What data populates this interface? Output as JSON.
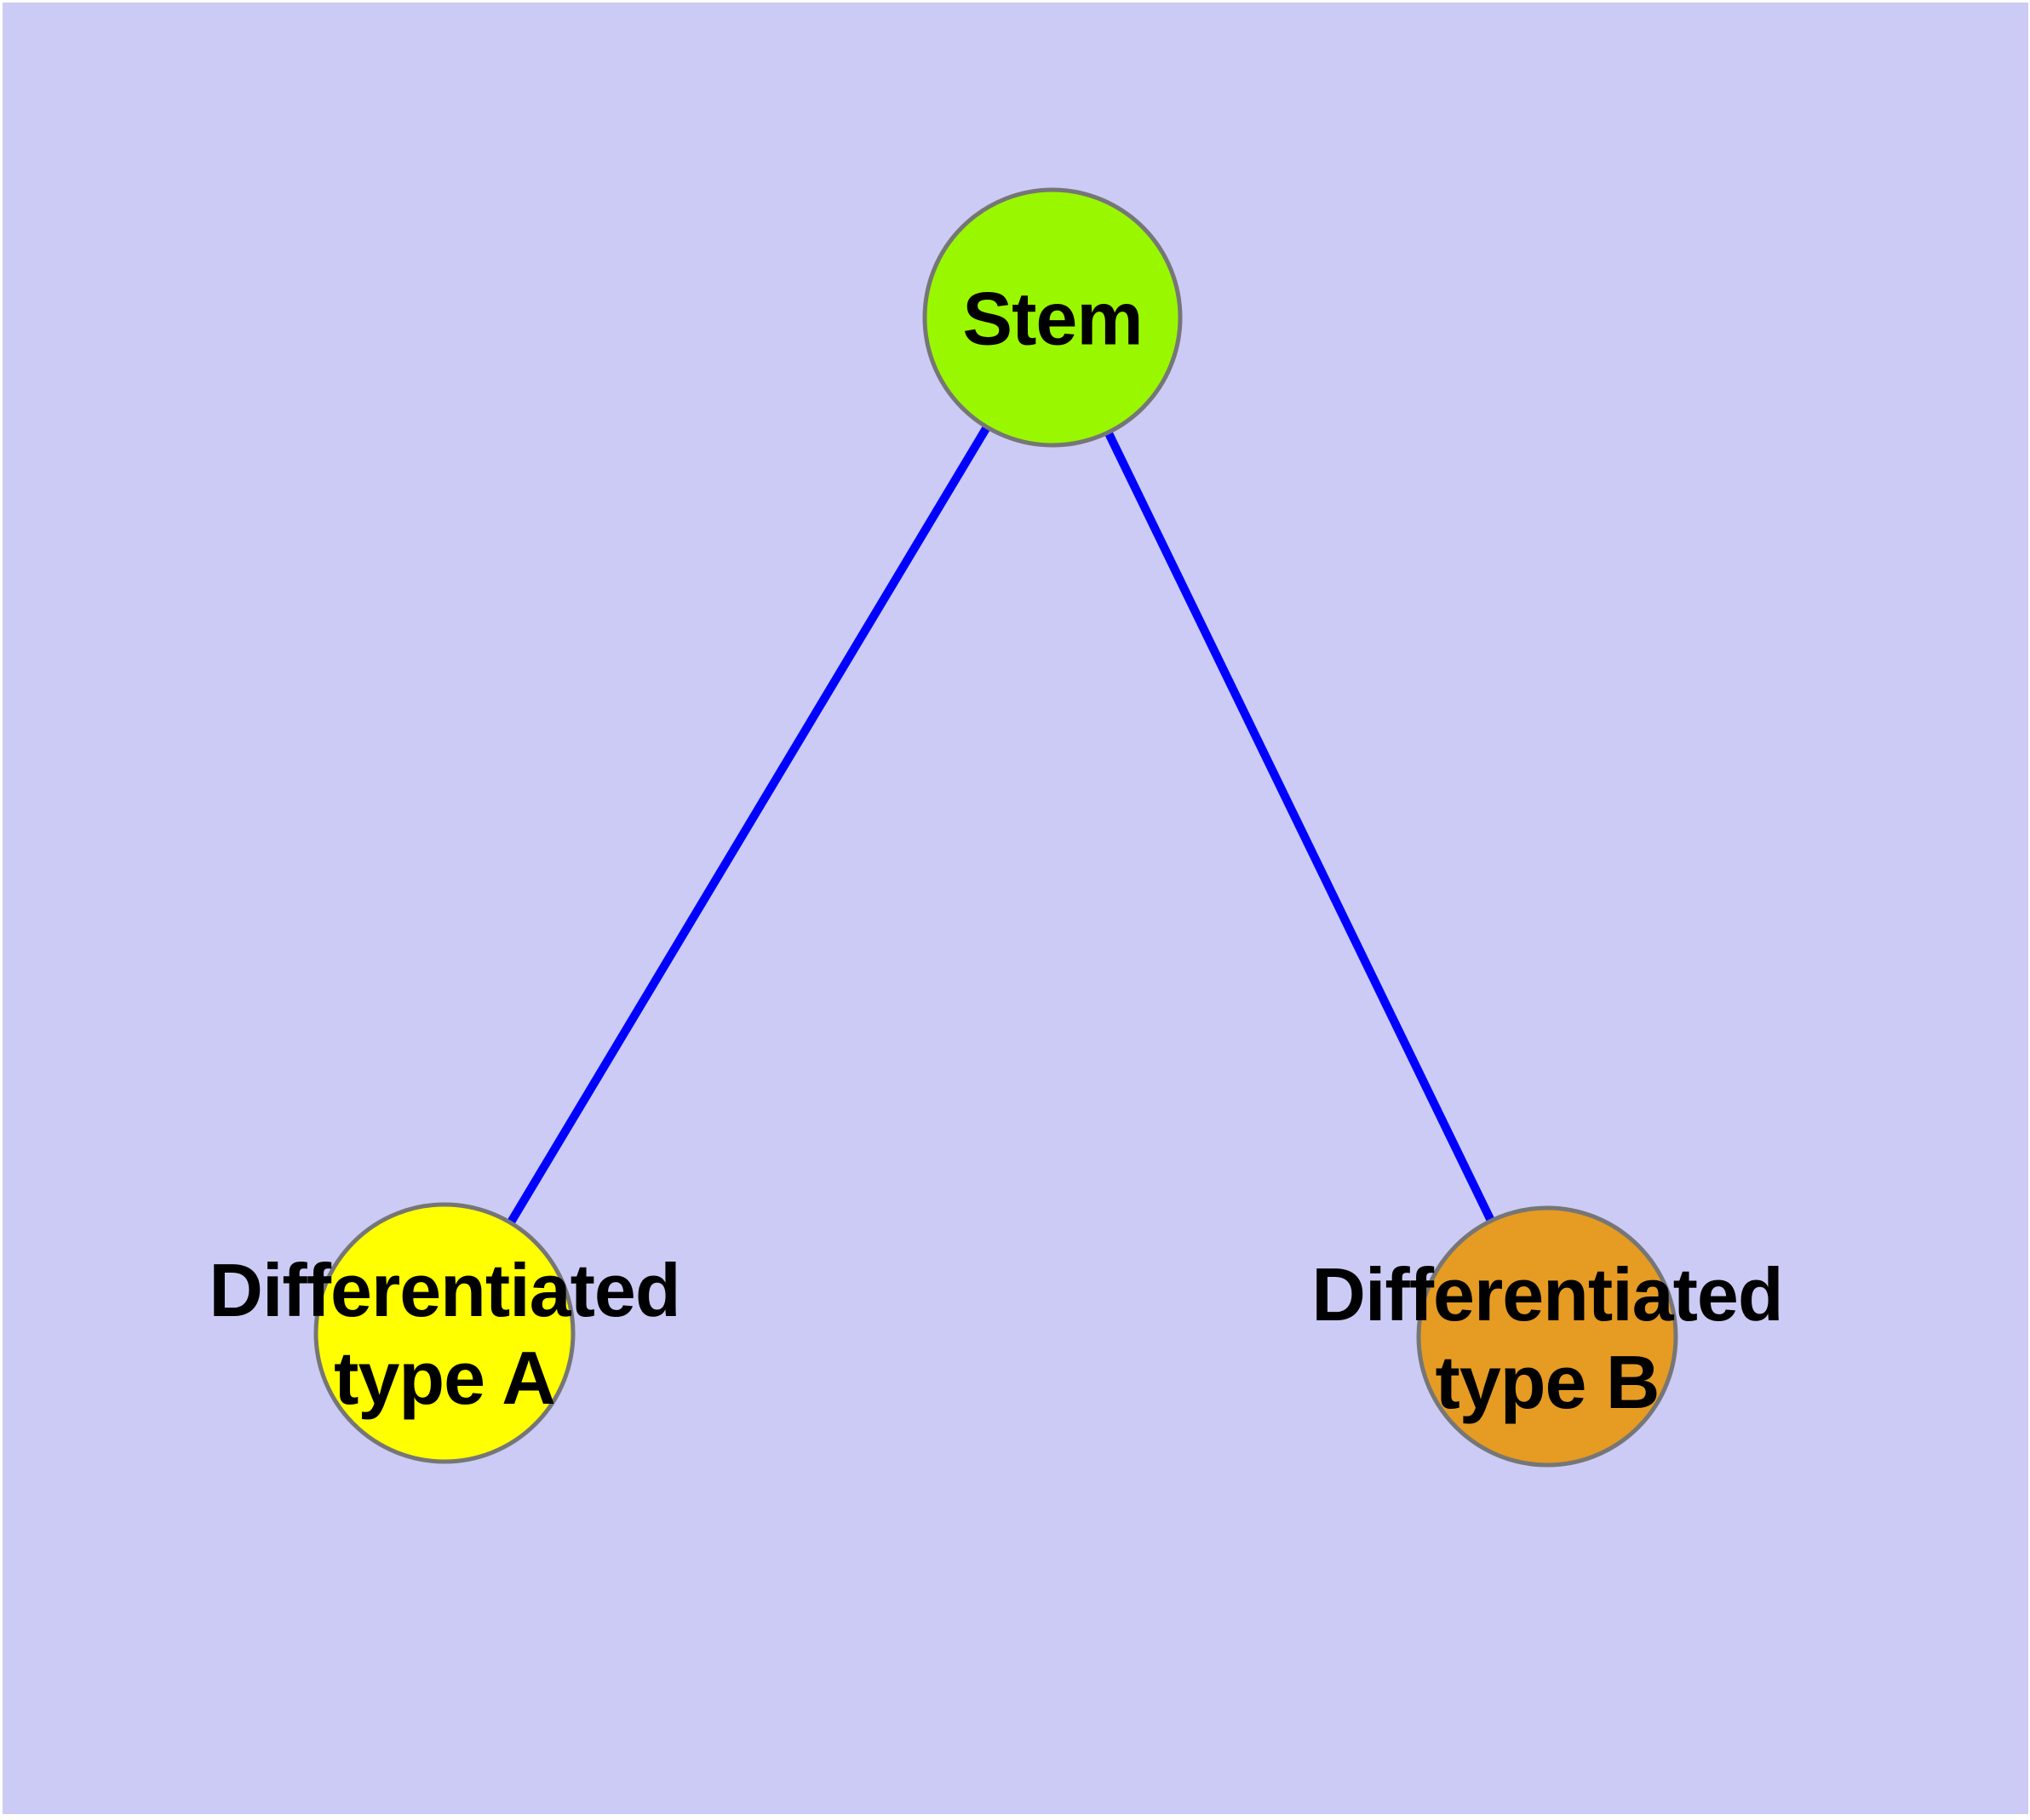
{
  "diagram": {
    "type": "node-link-graph",
    "background_color": "#CBCBF5",
    "text_color": "#000000",
    "node_border_color": "#767676",
    "edge_color": "#0000FF",
    "nodes": [
      {
        "id": "stem",
        "label": "Stem",
        "fill": "#99F800",
        "border_color": "#767676",
        "shape": "circle"
      },
      {
        "id": "differentiated-type-a",
        "label": "Differentiated type A",
        "label_lines": [
          "Differentiated",
          "type A"
        ],
        "fill": "#FFFF00",
        "border_color": "#767676",
        "shape": "circle"
      },
      {
        "id": "differentiated-type-b",
        "label": "Differentiated type B",
        "label_lines": [
          "Differentiated",
          "type B"
        ],
        "fill": "#E69B23",
        "border_color": "#767676",
        "shape": "circle"
      }
    ],
    "edges": [
      {
        "from": "Stem",
        "to": "Differentiated type A",
        "color": "#0000FF",
        "style": "solid"
      },
      {
        "from": "Stem",
        "to": "Differentiated type B",
        "color": "#0000FF",
        "style": "solid"
      }
    ]
  }
}
